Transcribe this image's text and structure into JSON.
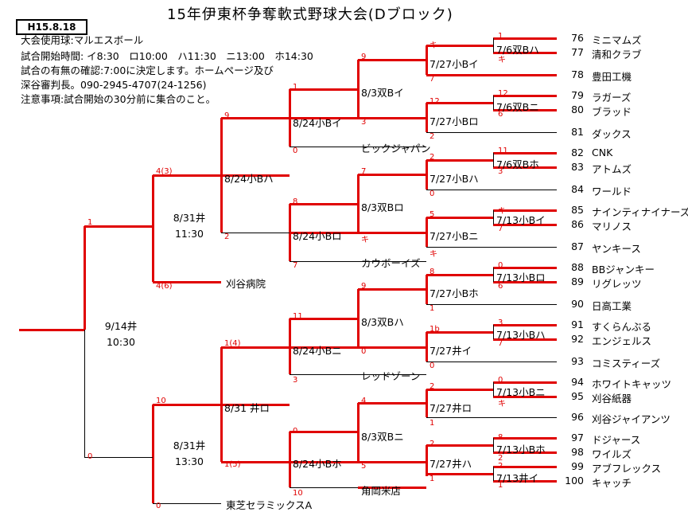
{
  "title": "15年伊東杯争奪軟式野球大会(Dブロック)",
  "date_box": "H15.8.18",
  "notes": [
    "大会使用球:マルエスボール",
    "試合開始時間: イ8:30　ロ10:00　ハ11:30　ニ13:00　ホ14:30",
    "試合の有無の確認:7:00に決定します。ホームページ及び",
    "深谷審判長。090-2945-4707(24-1256)",
    "注意事項:試合開始の30分前に集合のこと。"
  ],
  "teams": [
    {
      "no": "76",
      "name": "ミニマムズ"
    },
    {
      "no": "77",
      "name": "清和クラブ"
    },
    {
      "no": "78",
      "name": "豊田工機"
    },
    {
      "no": "79",
      "name": "ラガーズ"
    },
    {
      "no": "80",
      "name": "ブラッド"
    },
    {
      "no": "81",
      "name": "ダックス"
    },
    {
      "no": "82",
      "name": "CNK"
    },
    {
      "no": "83",
      "name": "アトムズ"
    },
    {
      "no": "84",
      "name": "ワールド"
    },
    {
      "no": "85",
      "name": "ナインティナイナーズ"
    },
    {
      "no": "86",
      "name": "マリノス"
    },
    {
      "no": "87",
      "name": "ヤンキース"
    },
    {
      "no": "88",
      "name": "BBジャンキー"
    },
    {
      "no": "89",
      "name": "リグレッツ"
    },
    {
      "no": "90",
      "name": "日高工業"
    },
    {
      "no": "91",
      "name": "すくらんぶる"
    },
    {
      "no": "92",
      "name": "エンジェルス"
    },
    {
      "no": "93",
      "name": "コミスティーズ"
    },
    {
      "no": "94",
      "name": "ホワイトキャッツ"
    },
    {
      "no": "95",
      "name": "刈谷紙器"
    },
    {
      "no": "96",
      "name": "刈谷ジャイアンツ"
    },
    {
      "no": "97",
      "name": "ドジャース"
    },
    {
      "no": "98",
      "name": "ワイルズ"
    },
    {
      "no": "99",
      "name": "アブフレックス"
    },
    {
      "no": "100",
      "name": "キャッチ"
    }
  ],
  "inner_teams": {
    "bic": "ビックジャパン",
    "cowboys": "カウボーイズ",
    "kariya_hosp": "刈谷病院",
    "red_zone": "レッドゾーン",
    "kadooka": "角岡米店",
    "toshiba": "東芝セラミックスA"
  },
  "matches": {
    "r1_a": "7/6双Bハ",
    "r1_b": "7/6双Bニ",
    "r1_c": "7/6双Bホ",
    "r1_d": "7/13小Bイ",
    "r1_e": "7/13小Bロ",
    "r1_f": "7/13小Bハ",
    "r1_g": "7/13小Bニ",
    "r1_h": "7/13小Bホ",
    "r1_i": "7/13井イ",
    "r2_a": "7/27小Bイ",
    "r2_b": "7/27小Bロ",
    "r2_c": "7/27小Bハ",
    "r2_d": "7/27小Bニ",
    "r2_e": "7/27小Bホ",
    "r2_f": "7/27井イ",
    "r2_g": "7/27井ロ",
    "r2_h": "7/27井ハ",
    "r3_a": "8/3双Bイ",
    "r3_b": "8/3双Bロ",
    "r3_c": "8/3双Bハ",
    "r3_d": "8/3双Bニ",
    "r4_a": "8/24小Bイ",
    "r4_b": "8/24小Bロ",
    "r4_c": "8/24小Bニ",
    "r4_d": "8/24小Bホ",
    "r5_a": "8/24小Bハ",
    "r5_b": "8/31 井ロ",
    "r6_a_date": "8/31井",
    "r6_a_time": "11:30",
    "r6_b_date": "8/31井",
    "r6_b_time": "13:30",
    "final_date": "9/14井",
    "final_time": "10:30"
  },
  "scores": {
    "s76": "1",
    "s77": "キ",
    "s7677": "キ",
    "s78": "7",
    "s79": "12",
    "s80": "6",
    "s7980": "12",
    "s81": "2",
    "s82": "11",
    "s83": "3",
    "s8283": "2",
    "s84": "0",
    "s85": "キ",
    "s86": "7",
    "s8586": "5",
    "s87": "キ",
    "s88": "0",
    "s89": "6",
    "s8889": "8",
    "s90": "1",
    "s91": "3",
    "s92": "7",
    "s9192": "1b",
    "s93": "0",
    "s94": "0",
    "s95": "キ",
    "s9495": "2",
    "s96": "1",
    "s97": "8",
    "s98": "2",
    "s99": "2",
    "s100": "1",
    "s9798": "2",
    "s99100": "1",
    "q1": "9",
    "q1b": "3",
    "q2": "7",
    "q2b": "キ",
    "q3": "9",
    "q3b": "0",
    "q4": "4",
    "q4b": "5",
    "h1": "1",
    "h1b": "0",
    "h2": "8",
    "h2b": "7",
    "h3": "11",
    "h3b": "3",
    "h4": "0",
    "h4b": "10",
    "g1": "9",
    "g1b": "2",
    "g2": "1(4)",
    "g2b": "1(5)",
    "f1": "4(3)",
    "f1b": "4(6)",
    "f2": "10",
    "f2b": "0",
    "w1": "1",
    "w2": "0"
  }
}
